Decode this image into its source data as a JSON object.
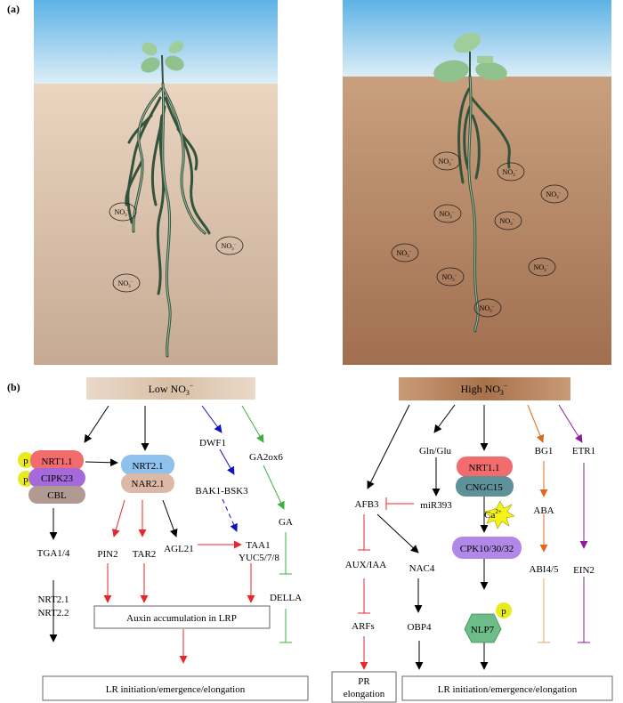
{
  "panel_labels": {
    "a": "(a)",
    "b": "(b)"
  },
  "nitrate": {
    "base": "NO",
    "sub": "3",
    "sup": "−"
  },
  "left": {
    "header": "Low NO3−",
    "nodes": {
      "p1": "p",
      "p2": "p",
      "nrt11": "NRT1.1",
      "cipk23": "CIPK23",
      "cbl": "CBL",
      "nrt21": "NRT2.1",
      "nar21": "NAR2.1",
      "dwf1": "DWF1",
      "bak1": "BAK1-BSK3",
      "ga2ox6": "GA2ox6",
      "ga": "GA",
      "della": "DELLA",
      "tga": "TGA1/4",
      "nrt21b": "NRT2.1",
      "nrt22": "NRT2.2",
      "pin2": "PIN2",
      "tar2": "TAR2",
      "agl21": "AGL21",
      "taa1": "TAA1",
      "yuc": "YUC5/7/8"
    },
    "auxin_box": "Auxin accumulation in LRP",
    "lr_box": "LR initiation/emergence/elongation"
  },
  "right": {
    "header": "High NO3−",
    "nodes": {
      "glu": "Gln/Glu",
      "nrt11": "NRT1.1",
      "cngc15": "CNGC15",
      "bg1": "BG1",
      "etr1": "ETR1",
      "afb3": "AFB3",
      "mir393": "miR393",
      "ca": "Ca",
      "ca_sup": "2+",
      "cpk": "CPK10/30/32",
      "aba": "ABA",
      "auxiaa": "AUX/IAA",
      "nac4": "NAC4",
      "ein2": "EIN2",
      "arfs": "ARFs",
      "obp4": "OBP4",
      "nlp7": "NLP7",
      "p": "p",
      "abi": "ABI4/5"
    },
    "pr_box_1": "PR",
    "pr_box_2": "elongation",
    "lr_box": "LR initiation/emergence/elongation"
  },
  "colors": {
    "black": "#000000",
    "red": "#e8262b",
    "blue": "#1010c8",
    "green": "#3cb043",
    "orange": "#e06a18",
    "purple": "#8e1a9a",
    "root": "#33533c",
    "leaf": "#8fc28d",
    "sky_top": "#5fb3e6",
    "soil_low": "#e6cdb6",
    "soil_high": "#c1916c"
  }
}
